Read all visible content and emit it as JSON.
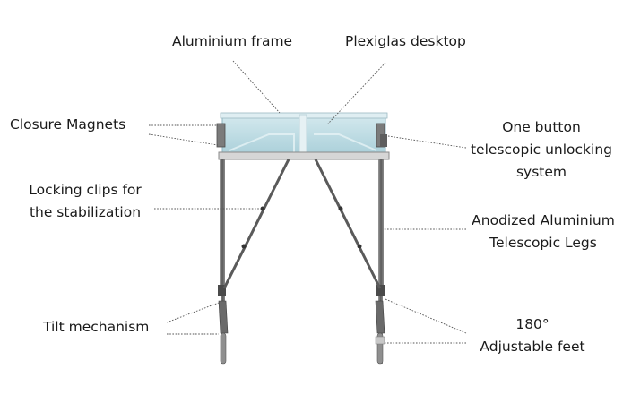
{
  "labels": {
    "aluminium_frame": "Aluminium frame",
    "plexiglas_desktop": "Plexiglas desktop",
    "closure_magnets": "Closure Magnets",
    "one_button_line1": "One button",
    "one_button_line2": "telescopic unlocking",
    "one_button_line3": "system",
    "locking_clips_line1": "Locking clips for",
    "locking_clips_line2": "the stabilization",
    "anodized_line1": "Anodized Aluminium",
    "anodized_line2": "Telescopic Legs",
    "tilt_mechanism": "Tilt mechanism",
    "feet_line1": "180°",
    "feet_line2": "Adjustable feet"
  },
  "colors": {
    "frame": "#7a7a7a",
    "glass": "#bcdbe3",
    "glass_edge": "#8fb6c2",
    "leg": "#6e6e6e",
    "leg_dark": "#4a4a4a",
    "leader": "#555555"
  }
}
